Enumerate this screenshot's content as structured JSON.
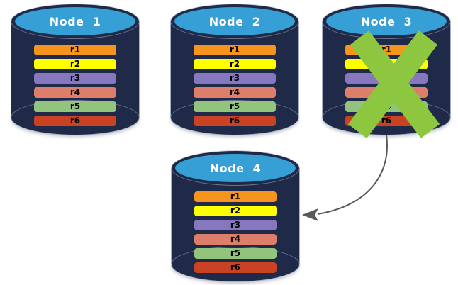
{
  "diagram": {
    "nodes": [
      {
        "label": "Node  1",
        "replicas": [
          "r1",
          "r2",
          "r3",
          "r4",
          "r5",
          "r6"
        ],
        "failed": false
      },
      {
        "label": "Node  2",
        "replicas": [
          "r1",
          "r2",
          "r3",
          "r4",
          "r5",
          "r6"
        ],
        "failed": false
      },
      {
        "label": "Node  3",
        "replicas": [
          "r1",
          "r2",
          "r3",
          "r4",
          "r5",
          "r6"
        ],
        "failed": true
      },
      {
        "label": "Node  4",
        "replicas": [
          "r1",
          "r2",
          "r3",
          "r4",
          "r5",
          "r6"
        ],
        "failed": false
      }
    ],
    "replica_colors": [
      "#F7941E",
      "#FFFF00",
      "#8677BF",
      "#DD7E6B",
      "#93C47D",
      "#C94223"
    ],
    "colors": {
      "cylinder_body": "#1E2A48",
      "cylinder_top": "#359FD6",
      "failure_x": "#8DC63F",
      "arrow": "#595959",
      "node_label_text": "#FFFFFF",
      "replica_label_text": "#000000"
    },
    "arrow": {
      "from": "Node 3",
      "to": "Node 4"
    }
  }
}
